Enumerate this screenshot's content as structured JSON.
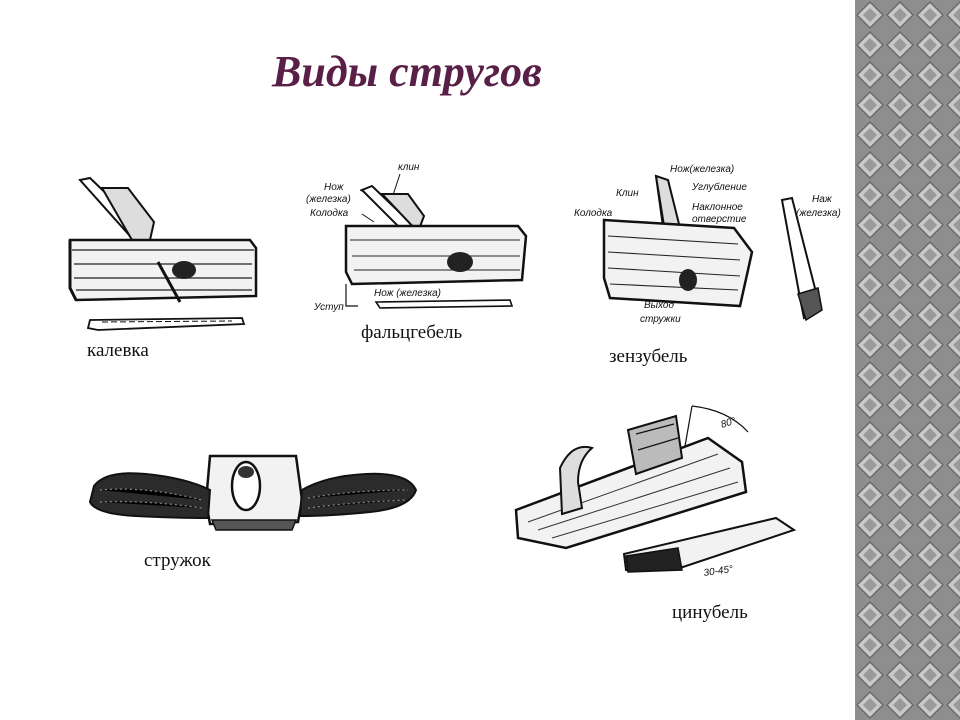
{
  "slide": {
    "title": "Виды стругов"
  },
  "tools": [
    {
      "name": "калевка",
      "labels": []
    },
    {
      "name": "фальцгебель",
      "labels": [
        "клин",
        "Нож",
        "(железка)",
        "Колодка",
        "Нож (железка)",
        "Уступ"
      ]
    },
    {
      "name": "зензубель",
      "labels": [
        "Нож(железка)",
        "Клин",
        "Углубление",
        "Колодка",
        "Наклонное",
        "отверстие",
        "Выход",
        "стружки",
        "Наж",
        "(железка)"
      ]
    },
    {
      "name": "стружок",
      "labels": []
    },
    {
      "name": "цинубель",
      "labels": [
        "80°",
        "30-45°"
      ]
    }
  ],
  "colors": {
    "title": "#5a1f47",
    "pattern": "#8e8e8e"
  }
}
